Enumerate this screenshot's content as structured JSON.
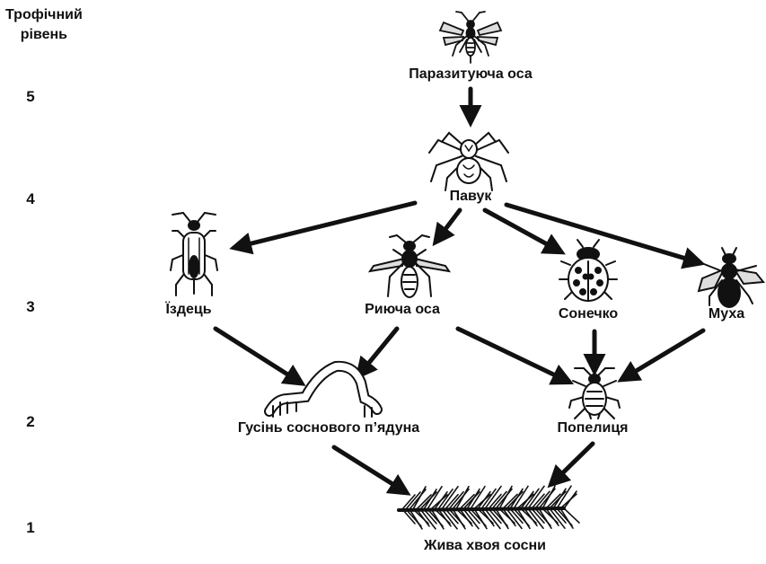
{
  "header": {
    "line1": "Трофічний",
    "line2": "рівень"
  },
  "levels": [
    "5",
    "4",
    "3",
    "2",
    "1"
  ],
  "organisms": {
    "parasitic_wasp": "Паразитуюча оса",
    "spider": "Павук",
    "ichneumon": "Їздець",
    "digger_wasp": "Риюча оса",
    "ladybird": "Сонечко",
    "fly": "Муха",
    "caterpillar": "Гусінь соснового п’ядуна",
    "aphid": "Попелиця",
    "pine_needles": "Жива хвоя сосни"
  },
  "icons": {
    "parasitic_wasp": "wasp-icon",
    "spider": "spider-icon",
    "ichneumon": "ichneumon-icon",
    "digger_wasp": "digger-wasp-icon",
    "ladybird": "ladybird-icon",
    "fly": "fly-icon",
    "caterpillar": "caterpillar-icon",
    "aphid": "aphid-icon",
    "pine_needles": "pine-branch-icon"
  },
  "links": [
    {
      "from": "parasitic_wasp",
      "to": "spider"
    },
    {
      "from": "spider",
      "to": "ichneumon"
    },
    {
      "from": "spider",
      "to": "digger_wasp"
    },
    {
      "from": "spider",
      "to": "ladybird"
    },
    {
      "from": "spider",
      "to": "fly"
    },
    {
      "from": "ichneumon",
      "to": "caterpillar"
    },
    {
      "from": "digger_wasp",
      "to": "caterpillar"
    },
    {
      "from": "digger_wasp",
      "to": "aphid"
    },
    {
      "from": "ladybird",
      "to": "aphid"
    },
    {
      "from": "fly",
      "to": "aphid"
    },
    {
      "from": "caterpillar",
      "to": "pine_needles"
    },
    {
      "from": "aphid",
      "to": "pine_needles"
    }
  ],
  "colors": {
    "ink": "#111111",
    "background": "#ffffff"
  }
}
